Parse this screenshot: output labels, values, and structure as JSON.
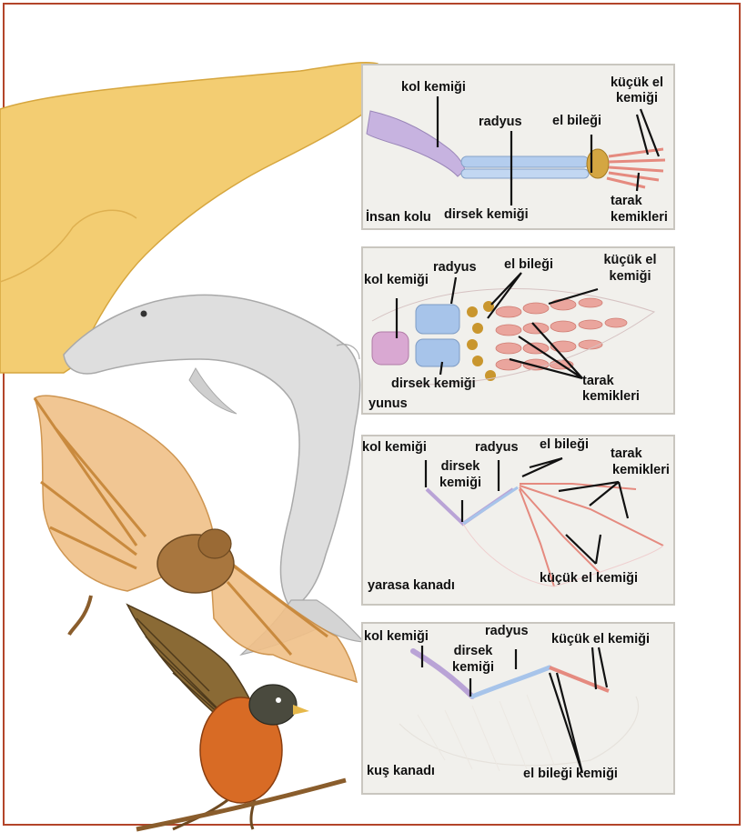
{
  "colors": {
    "frame": "#b3452a",
    "humerus": "#b9a3d6",
    "radius_ulna": "#a7c4ea",
    "carpal": "#c9962e",
    "phalanx": "#e58a7f",
    "human_skin": "#f2c86a",
    "bat_membrane": "#e5a55c",
    "dolphin": "#dcdcdc",
    "bird_breast": "#d86b25"
  },
  "panels": {
    "human": {
      "title": "İnsan kolu",
      "kol_kemigi": "kol kemiği",
      "radyus": "radyus",
      "el_bilegi": "el bileği",
      "kucuk_el_kemigi_1": "küçük el",
      "kucuk_el_kemigi_2": "kemiği",
      "dirsek_kemigi": "dirsek kemiği",
      "tarak_1": "tarak",
      "tarak_2": "kemikleri"
    },
    "dolphin": {
      "title": "yunus",
      "kol_kemigi": "kol kemiği",
      "radyus": "radyus",
      "el_bilegi": "el bileği",
      "kucuk_el_kemigi_1": "küçük el",
      "kucuk_el_kemigi_2": "kemiği",
      "dirsek_kemigi": "dirsek kemiği",
      "tarak_1": "tarak",
      "tarak_2": "kemikleri"
    },
    "bat": {
      "title": "yarasa kanadı",
      "kol_kemigi": "kol kemiği",
      "dirsek_1": "dirsek",
      "dirsek_2": "kemiği",
      "radyus": "radyus",
      "el_bilegi": "el bileği",
      "tarak_1": "tarak",
      "tarak_2": "kemikleri",
      "kucuk_el_kemigi": "küçük el kemiği"
    },
    "bird": {
      "title": "kuş kanadı",
      "kol_kemigi": "kol kemiği",
      "dirsek_1": "dirsek",
      "dirsek_2": "kemiği",
      "radyus": "radyus",
      "kucuk_el_kemigi": "küçük el kemiği",
      "el_bilegi_kemigi": "el bileği kemiği"
    }
  }
}
